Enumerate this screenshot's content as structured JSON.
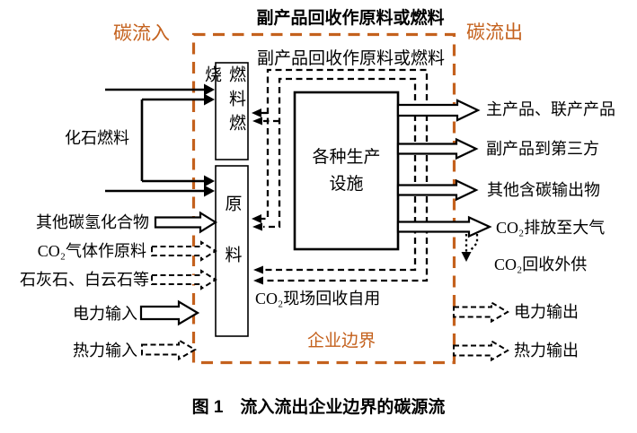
{
  "colors": {
    "accent_orange": "#C4611D",
    "line_black": "#000000",
    "box_fill": "#FFFFFF"
  },
  "header": {
    "top_recycle_title": "副产品回收作原料或燃料",
    "flow_in": "碳流入",
    "flow_out": "碳流出"
  },
  "loops": {
    "byproduct_recycle_label": "副产品回收作原料或燃料",
    "co2_self_use_label": "CO₂现场回收自用"
  },
  "boundary": {
    "label": "企业边界"
  },
  "boxes": {
    "fuel_combustion": "燃料燃烧",
    "raw_material": "原料",
    "production_facilities": "各种生产\n设施"
  },
  "inputs": [
    {
      "label": "化石燃料",
      "style": "solid-line-arrows"
    },
    {
      "label": "其他碳氢化合物",
      "style": "hollow-arrow"
    },
    {
      "label": "CO₂气体作原料",
      "style": "dashed-hollow-arrow"
    },
    {
      "label": "石灰石、白云石等",
      "style": "dashed-hollow-arrow"
    },
    {
      "label": "电力输入",
      "style": "hollow-arrow"
    },
    {
      "label": "热力输入",
      "style": "dashed-hollow-arrow"
    }
  ],
  "outputs": [
    {
      "label": "主产品、联产产品",
      "style": "hollow-arrow"
    },
    {
      "label": "副产品到第三方",
      "style": "hollow-arrow"
    },
    {
      "label": "其他含碳输出物",
      "style": "hollow-arrow"
    },
    {
      "label": "CO₂排放至大气",
      "style": "hollow-arrow"
    },
    {
      "label": "CO₂回收外供",
      "style": "dotted-arrow"
    },
    {
      "label": "电力输出",
      "style": "dashed-hollow-arrow"
    },
    {
      "label": "热力输出",
      "style": "dashed-hollow-arrow"
    }
  ],
  "caption": "图 1　流入流出企业边界的碳源流"
}
